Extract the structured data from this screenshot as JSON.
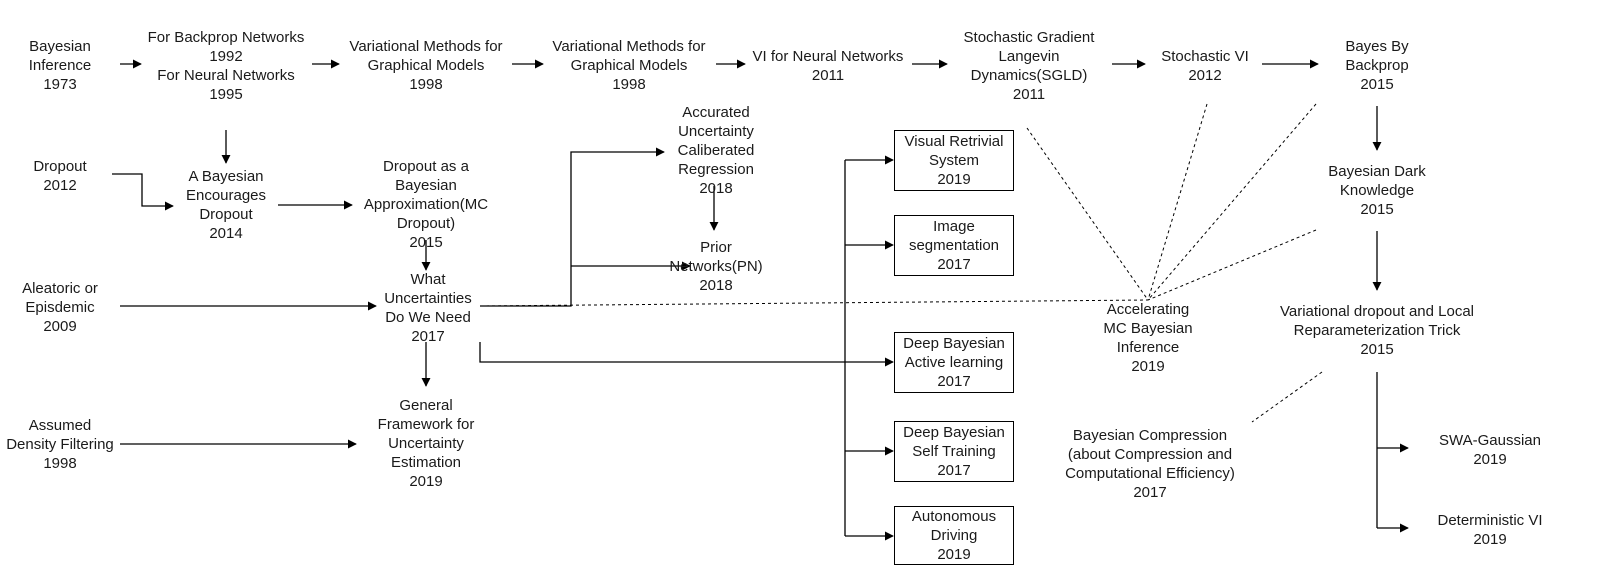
{
  "nodes": {
    "bayesian_inference": [
      "Bayesian",
      "Inference",
      "1973"
    ],
    "backprop_networks": [
      "For Backprop Networks",
      "1992",
      "For Neural Networks",
      "1995"
    ],
    "variational_methods_a": [
      "Variational Methods for",
      "Graphical Models",
      "1998"
    ],
    "variational_methods_b": [
      "Variational Methods for",
      "Graphical Models",
      "1998"
    ],
    "vi_neural_networks": [
      "VI for Neural Networks",
      "2011"
    ],
    "sgld": [
      "Stochastic Gradient",
      "Langevin",
      "Dynamics(SGLD)",
      "2011"
    ],
    "stochastic_vi": [
      "Stochastic VI",
      "2012"
    ],
    "bayes_by_backprop": [
      "Bayes By",
      "Backprop",
      "2015"
    ],
    "dropout": [
      "Dropout",
      "2012"
    ],
    "bayesian_dropout": [
      "A Bayesian",
      "Encourages",
      "Dropout",
      "2014"
    ],
    "mc_dropout": [
      "Dropout as a",
      "Bayesian",
      "Approximation(MC",
      "Dropout)",
      "2015"
    ],
    "accurated_uncertainty": [
      "Accurated",
      "Uncertainty",
      "Caliberated",
      "Regression",
      "2018"
    ],
    "prior_networks": [
      "Prior",
      "Networks(PN)",
      "2018"
    ],
    "aleatoric": [
      "Aleatoric or",
      "Episdemic",
      "2009"
    ],
    "what_uncertainties": [
      "What",
      "Uncertainties",
      "Do We Need",
      "2017"
    ],
    "general_framework": [
      "General",
      "Framework for",
      "Uncertainty",
      "Estimation",
      "2019"
    ],
    "assumed_density": [
      "Assumed",
      "Density Filtering",
      "1998"
    ],
    "accelerating_mc": [
      "Accelerating",
      "MC Bayesian",
      "Inference",
      "2019"
    ],
    "bayesian_dark": [
      "Bayesian Dark",
      "Knowledge",
      "2015"
    ],
    "variational_dropout": [
      "Variational dropout and Local",
      "Reparameterization Trick",
      "2015"
    ],
    "bayesian_compression": [
      "Bayesian Compression",
      "(about Compression  and",
      "Computational Efficiency)",
      "2017"
    ],
    "swa_gaussian": [
      "SWA-Gaussian",
      "2019"
    ],
    "deterministic_vi": [
      "Deterministic VI",
      "2019"
    ]
  },
  "boxes": {
    "visual_retrieval": [
      "Visual Retrivial",
      "System",
      "2019"
    ],
    "image_segmentation": [
      "Image",
      "segmentation",
      "2017"
    ],
    "active_learning": [
      "Deep Bayesian",
      "Active learning",
      "2017"
    ],
    "self_training": [
      "Deep Bayesian",
      "Self Training",
      "2017"
    ],
    "autonomous_driving": [
      "Autonomous",
      "Driving",
      "2019"
    ]
  }
}
